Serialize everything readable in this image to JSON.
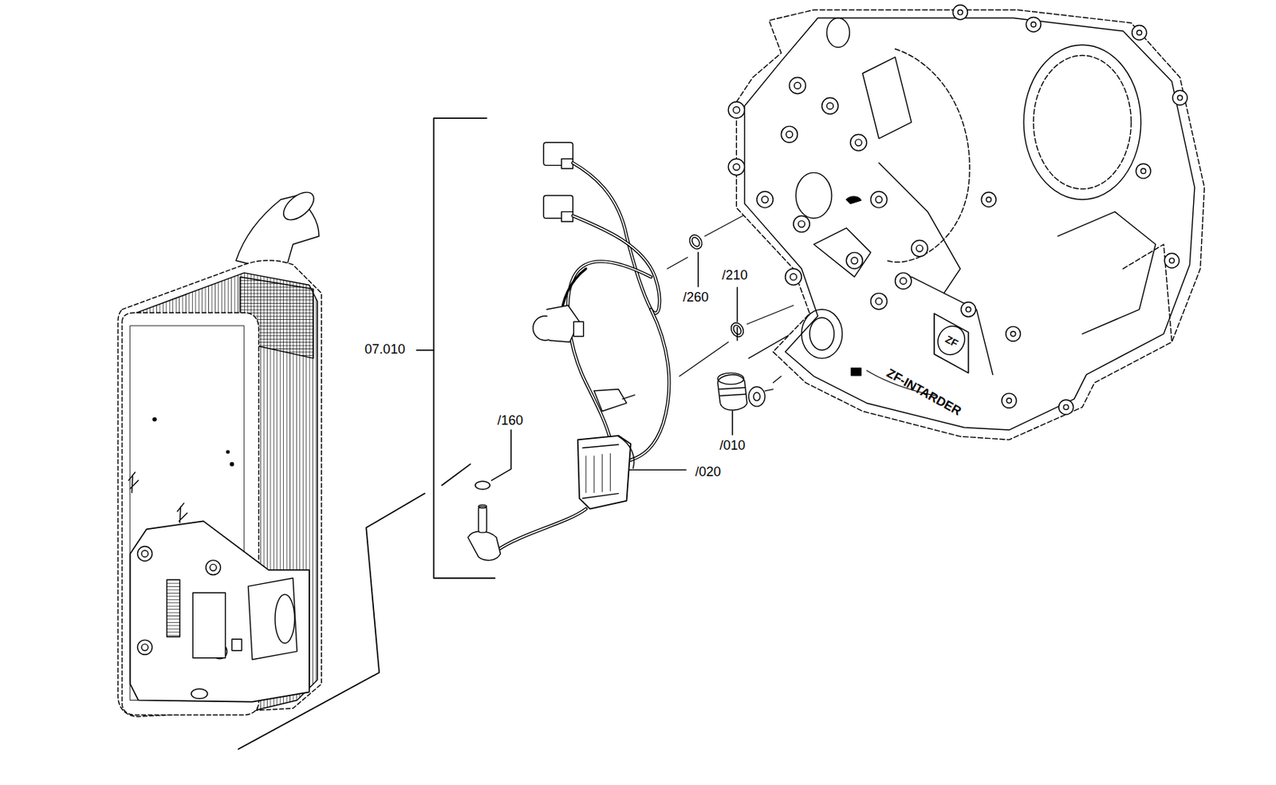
{
  "diagram": {
    "labels": [
      "07.010",
      "/260",
      "/210",
      "/160",
      "/010",
      "/020",
      "ZF-INTARDER",
      "ZF"
    ]
  }
}
